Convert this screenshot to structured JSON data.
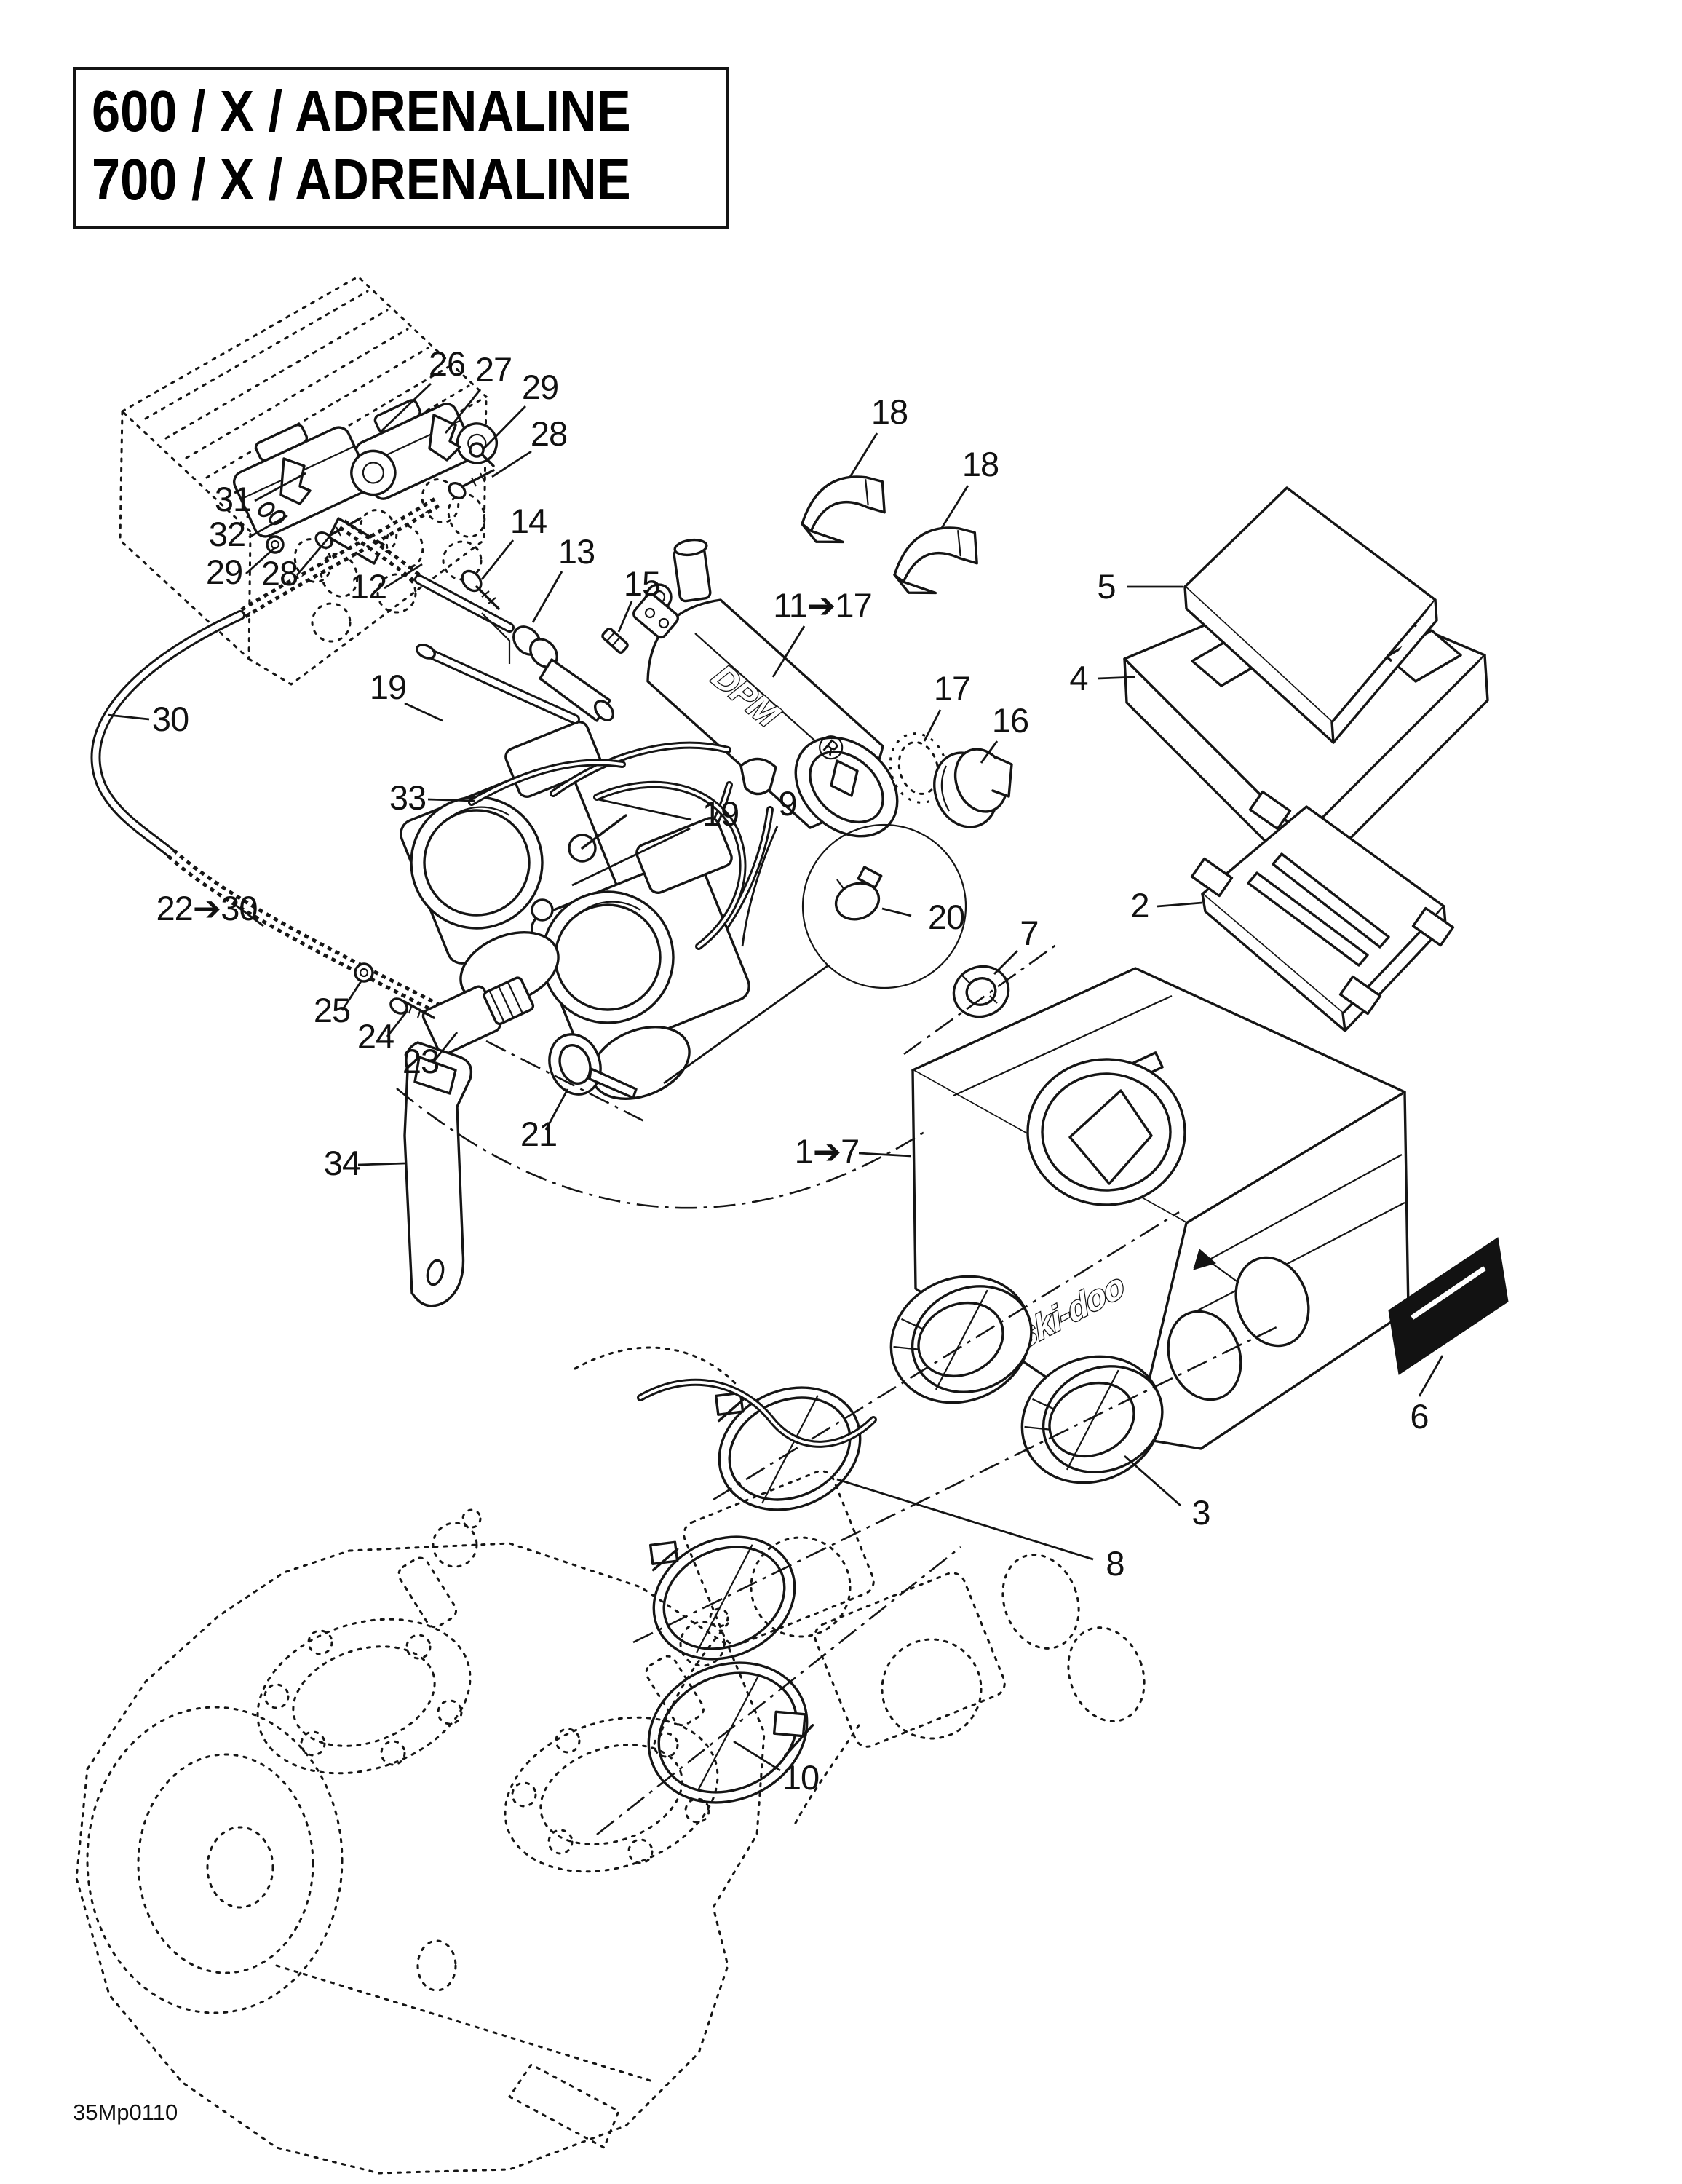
{
  "title": {
    "line1": "600 / X / ADRENALINE",
    "line2": "700 / X / ADRENALINE"
  },
  "drawing_code": "35Mp0110",
  "artwork_text": {
    "valve_logo": "DPM",
    "valve_logo_mark": "®",
    "airbox_logo": "ski-doo"
  },
  "callouts": {
    "n1_7": "1➔7",
    "n2": "2",
    "n3": "3",
    "n4": "4",
    "n5": "5",
    "n6": "6",
    "n7": "7",
    "n8": "8",
    "n9": "9",
    "n10": "10",
    "n11_17": "11➔17",
    "n12": "12",
    "n13": "13",
    "n14": "14",
    "n15": "15",
    "n16": "16",
    "n17": "17",
    "n18": "18",
    "n19": "19",
    "n20": "20",
    "n21": "21",
    "n22_30": "22➔30",
    "n23": "23",
    "n24": "24",
    "n25": "25",
    "n26": "26",
    "n27": "27",
    "n28": "28",
    "n29": "29",
    "n30": "30",
    "n31": "31",
    "n32": "32",
    "n33": "33",
    "n34": "34"
  }
}
